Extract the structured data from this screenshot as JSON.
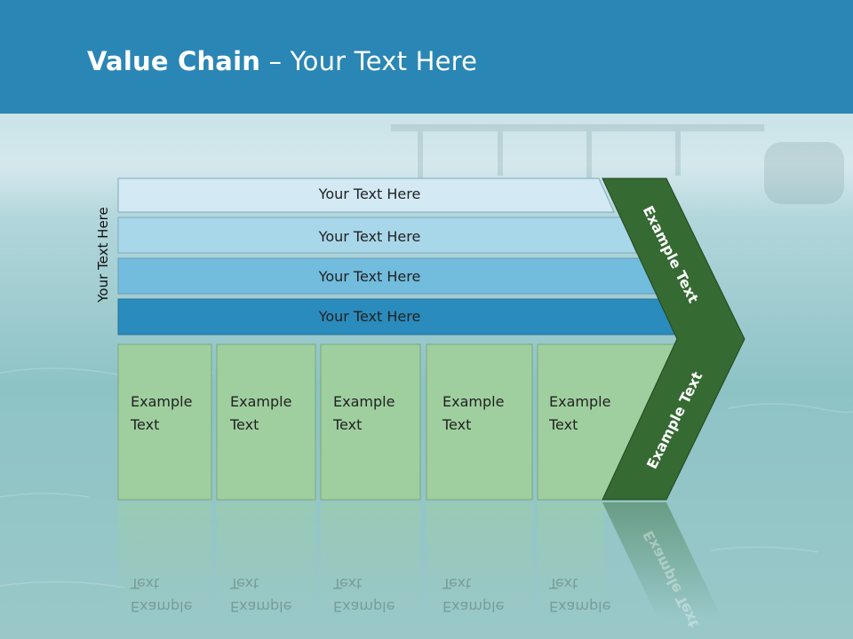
{
  "slide": {
    "title_bold": "Value Chain",
    "title_rest": " – Your Text Here",
    "side_label": "Your Text Here"
  },
  "support_rows": [
    {
      "label": "Your Text Here",
      "color": "#d3eaf5"
    },
    {
      "label": "Your Text Here",
      "color": "#a8d7ea"
    },
    {
      "label": "Your Text Here",
      "color": "#72bcdd"
    },
    {
      "label": "Your Text Here",
      "color": "#2a8bbd"
    }
  ],
  "primary_boxes": [
    {
      "line1": "Example",
      "line2": "Text"
    },
    {
      "line1": "Example",
      "line2": "Text"
    },
    {
      "line1": "Example",
      "line2": "Text"
    },
    {
      "line1": "Example",
      "line2": "Text"
    },
    {
      "line1": "Example",
      "line2": "Text"
    }
  ],
  "arrow": {
    "upper_label": "Example Text",
    "lower_label": "Example Text",
    "color": "#356a32"
  },
  "colors": {
    "header": "#2a86b4",
    "primary_fill": "#9fcf9f",
    "primary_stroke": "#7aa97a"
  }
}
